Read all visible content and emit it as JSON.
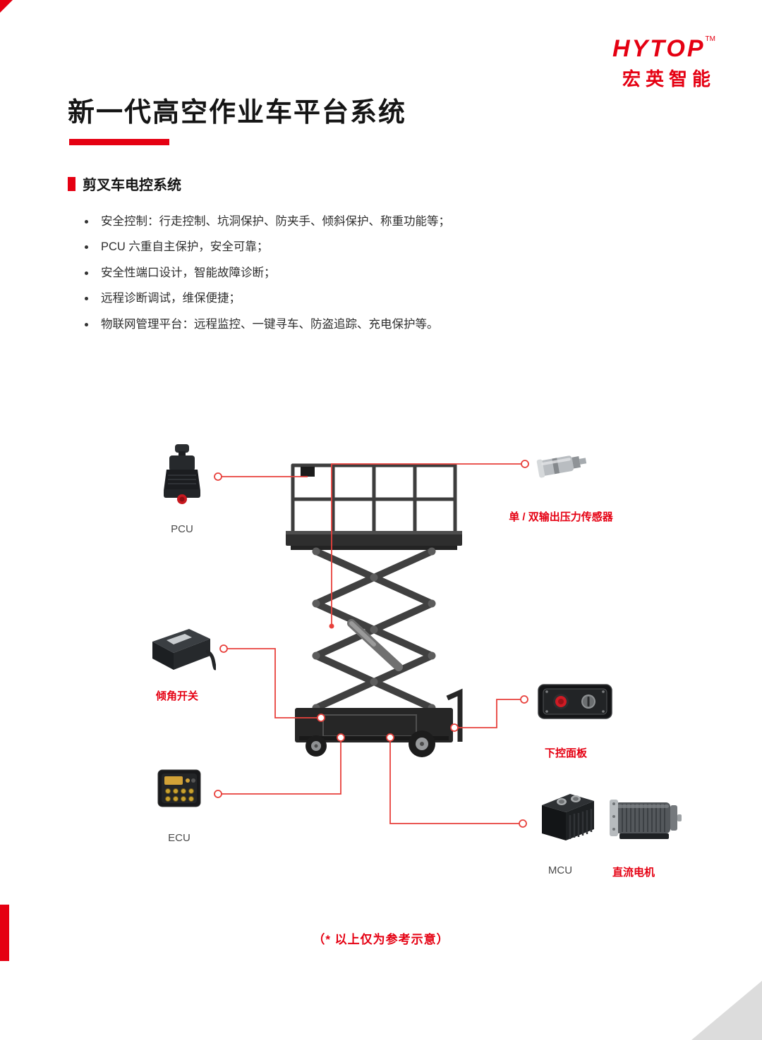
{
  "logo": {
    "brand": "HYTOP",
    "tm": "TM",
    "subtitle": "宏英智能"
  },
  "page": {
    "title": "新一代高空作业车平台系统",
    "section_title": "剪叉车电控系统",
    "footnote": "（* 以上仅为参考示意）"
  },
  "bullets": [
    "安全控制：行走控制、坑洞保护、防夹手、倾斜保护、称重功能等；",
    "PCU 六重自主保护，安全可靠；",
    "安全性端口设计，智能故障诊断；",
    "远程诊断调试，维保便捷；",
    "物联网管理平台：远程监控、一键寻车、防盗追踪、充电保护等。"
  ],
  "components": {
    "pcu": {
      "label": "PCU"
    },
    "pressure_sensor": {
      "label": "单 / 双输出压力传感器"
    },
    "tilt_switch": {
      "label": "倾角开关"
    },
    "lower_control_panel": {
      "label": "下控面板"
    },
    "ecu": {
      "label": "ECU"
    },
    "mcu": {
      "label": "MCU"
    },
    "dc_motor": {
      "label": "直流电机"
    }
  },
  "colors": {
    "accent_red": "#e50012",
    "callout_red": "#e8413c",
    "text_dark": "#151515"
  }
}
